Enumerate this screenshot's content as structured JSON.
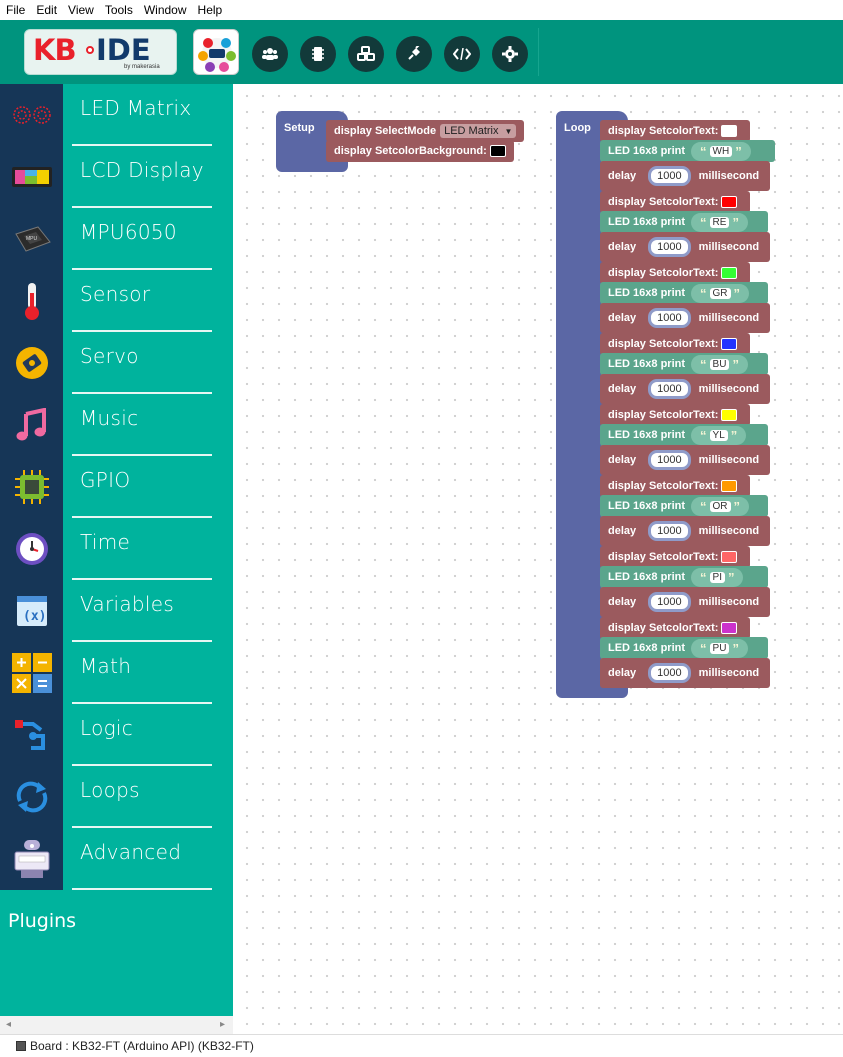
{
  "menu": [
    "File",
    "Edit",
    "View",
    "Tools",
    "Window",
    "Help"
  ],
  "logo": {
    "brand_kb": "KB",
    "brand_ide": "IDE",
    "byline": "by makerasia"
  },
  "toolbar_buttons": [
    "users-icon",
    "chip-icon",
    "cubes-icon",
    "plug-icon",
    "code-icon",
    "gear-icon"
  ],
  "categories": [
    {
      "label": "LED Matrix",
      "icon": "led-matrix-icon"
    },
    {
      "label": "LCD Display",
      "icon": "lcd-display-icon"
    },
    {
      "label": "MPU6050",
      "icon": "mpu6050-chip-icon"
    },
    {
      "label": "Sensor",
      "icon": "thermometer-icon"
    },
    {
      "label": "Servo",
      "icon": "servo-icon"
    },
    {
      "label": "Music",
      "icon": "music-note-icon"
    },
    {
      "label": "GPIO",
      "icon": "gpio-chip-icon"
    },
    {
      "label": "Time",
      "icon": "clock-icon"
    },
    {
      "label": "Variables",
      "icon": "variables-icon"
    },
    {
      "label": "Math",
      "icon": "math-icon"
    },
    {
      "label": "Logic",
      "icon": "logic-icon"
    },
    {
      "label": "Loops",
      "icon": "loops-icon"
    },
    {
      "label": "Advanced",
      "icon": "advanced-icon"
    }
  ],
  "plugins_label": "Plugins",
  "setup": {
    "label": "Setup",
    "line1_prefix": "display SelectMode",
    "line1_value": "LED Matrix",
    "line2_prefix": "display SetcolorBackground:",
    "line2_color": "#000000"
  },
  "loop": {
    "label": "Loop",
    "set_color_prefix": "display SetcolorText:",
    "print_prefix": "LED 16x8 print",
    "delay_prefix": "delay",
    "delay_suffix": "millisecond",
    "steps": [
      {
        "color": "#ffffff",
        "text": "WH",
        "delay": "1000"
      },
      {
        "color": "#ff0000",
        "text": "RE",
        "delay": "1000"
      },
      {
        "color": "#33ff33",
        "text": "GR",
        "delay": "1000"
      },
      {
        "color": "#2233ff",
        "text": "BU",
        "delay": "1000"
      },
      {
        "color": "#ffff00",
        "text": "YL",
        "delay": "1000"
      },
      {
        "color": "#ff9900",
        "text": "OR",
        "delay": "1000"
      },
      {
        "color": "#ff6666",
        "text": "PI",
        "delay": "1000"
      },
      {
        "color": "#cc33cc",
        "text": "PU",
        "delay": "1000"
      }
    ]
  },
  "status": "Board : KB32-FT (Arduino API) (KB32-FT)"
}
